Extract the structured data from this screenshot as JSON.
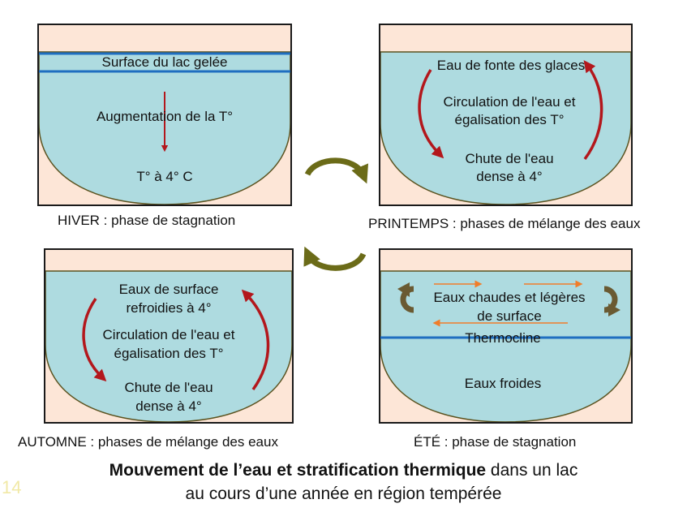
{
  "colors": {
    "water": "#aedbe0",
    "ground": "#fde6d7",
    "frame": "#1a1a1a",
    "basin_outline": "#5b5320",
    "ice_line": "#1f6ec0",
    "red_arrow": "#b3171c",
    "orange_arrow": "#f07d2a",
    "cycle_arrow": "#6b6b18"
  },
  "panels": {
    "winter": {
      "surface_label": "Surface du lac gelée",
      "middle_label": "Augmentation de la T°",
      "bottom_label": "T° à 4° C",
      "caption": "HIVER : phase de stagnation"
    },
    "spring": {
      "top_label": "Eau de fonte des glaces",
      "middle_label_1": "Circulation de l'eau et",
      "middle_label_2": "égalisation des T°",
      "bottom_label_1": "Chute de l'eau",
      "bottom_label_2": "dense à 4°",
      "caption": "PRINTEMPS : phases de mélange des eaux"
    },
    "autumn": {
      "top_label_1": "Eaux de surface",
      "top_label_2": "refroidies à 4°",
      "middle_label_1": "Circulation de l'eau et",
      "middle_label_2": "égalisation des T°",
      "bottom_label_1": "Chute de l'eau",
      "bottom_label_2": "dense à 4°",
      "caption": "AUTOMNE : phases de mélange des eaux"
    },
    "summer": {
      "top_label_1": "Eaux chaudes et légères",
      "top_label_2": "de surface",
      "thermocline_label": "Thermocline",
      "bottom_label": "Eaux froides",
      "caption": "ÉTÉ : phase de stagnation"
    }
  },
  "title": {
    "bold": "Mouvement de l’eau et stratification thermique",
    "rest": " dans un lac",
    "line2": "au cours d’une année en région tempérée"
  },
  "slide_number": "14"
}
